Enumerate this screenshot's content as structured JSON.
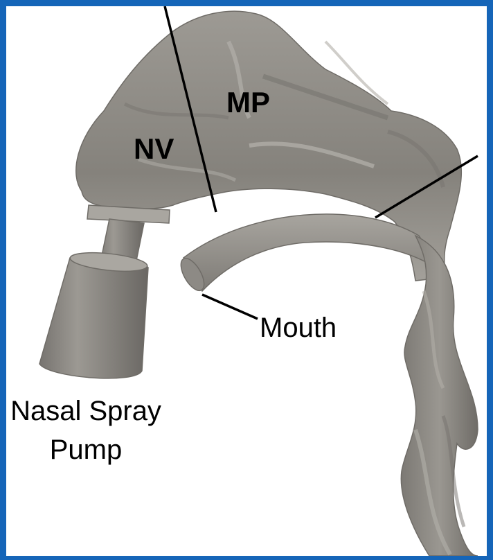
{
  "labels": {
    "nv": "NV",
    "mp": "MP",
    "mouth": "Mouth",
    "pump_line1": "Nasal Spray",
    "pump_line2": "Pump"
  },
  "colors": {
    "frame": "#1565b8",
    "tissue": "#8e8b85",
    "tissue_shadow": "#6d6a65",
    "tissue_light": "#a9a6a0",
    "background": "#ffffff"
  }
}
